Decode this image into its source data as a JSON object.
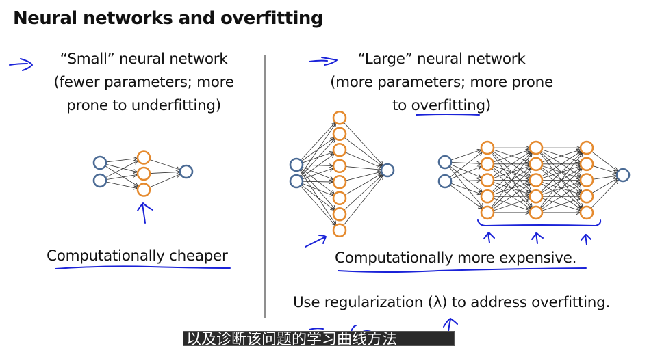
{
  "slide": {
    "title": "Neural networks and overfitting",
    "small_network": {
      "lines": [
        "“Small” neural network",
        "(fewer parameters; more",
        "prone to underfitting)"
      ],
      "caption": "Computationally cheaper",
      "diagram": {
        "inputs": 2,
        "hidden_layers": [
          3
        ],
        "outputs": 1
      }
    },
    "large_network": {
      "lines": [
        "“Large” neural network",
        "(more parameters; more prone"
      ],
      "line3_prefix": "to ",
      "line3_underlined": "overfitting",
      "line3_suffix": ")",
      "caption": "Computationally more expensive.",
      "wide_diagram": {
        "inputs": 2,
        "hidden_layers": [
          8
        ],
        "outputs": 1
      },
      "deep_diagram": {
        "inputs": 2,
        "hidden_layers": [
          5,
          5,
          5
        ],
        "outputs": 1
      }
    },
    "regularization_note": "Use regularization (λ) to address overfitting."
  },
  "subtitle": "以及诊断该问题的学习曲线方法",
  "colors": {
    "input_node": "#4a6a94",
    "hidden_node": "#e58a2e",
    "edge": "#333333",
    "annotation_ink": "#1a22d8",
    "divider": "#8f8f8f"
  }
}
